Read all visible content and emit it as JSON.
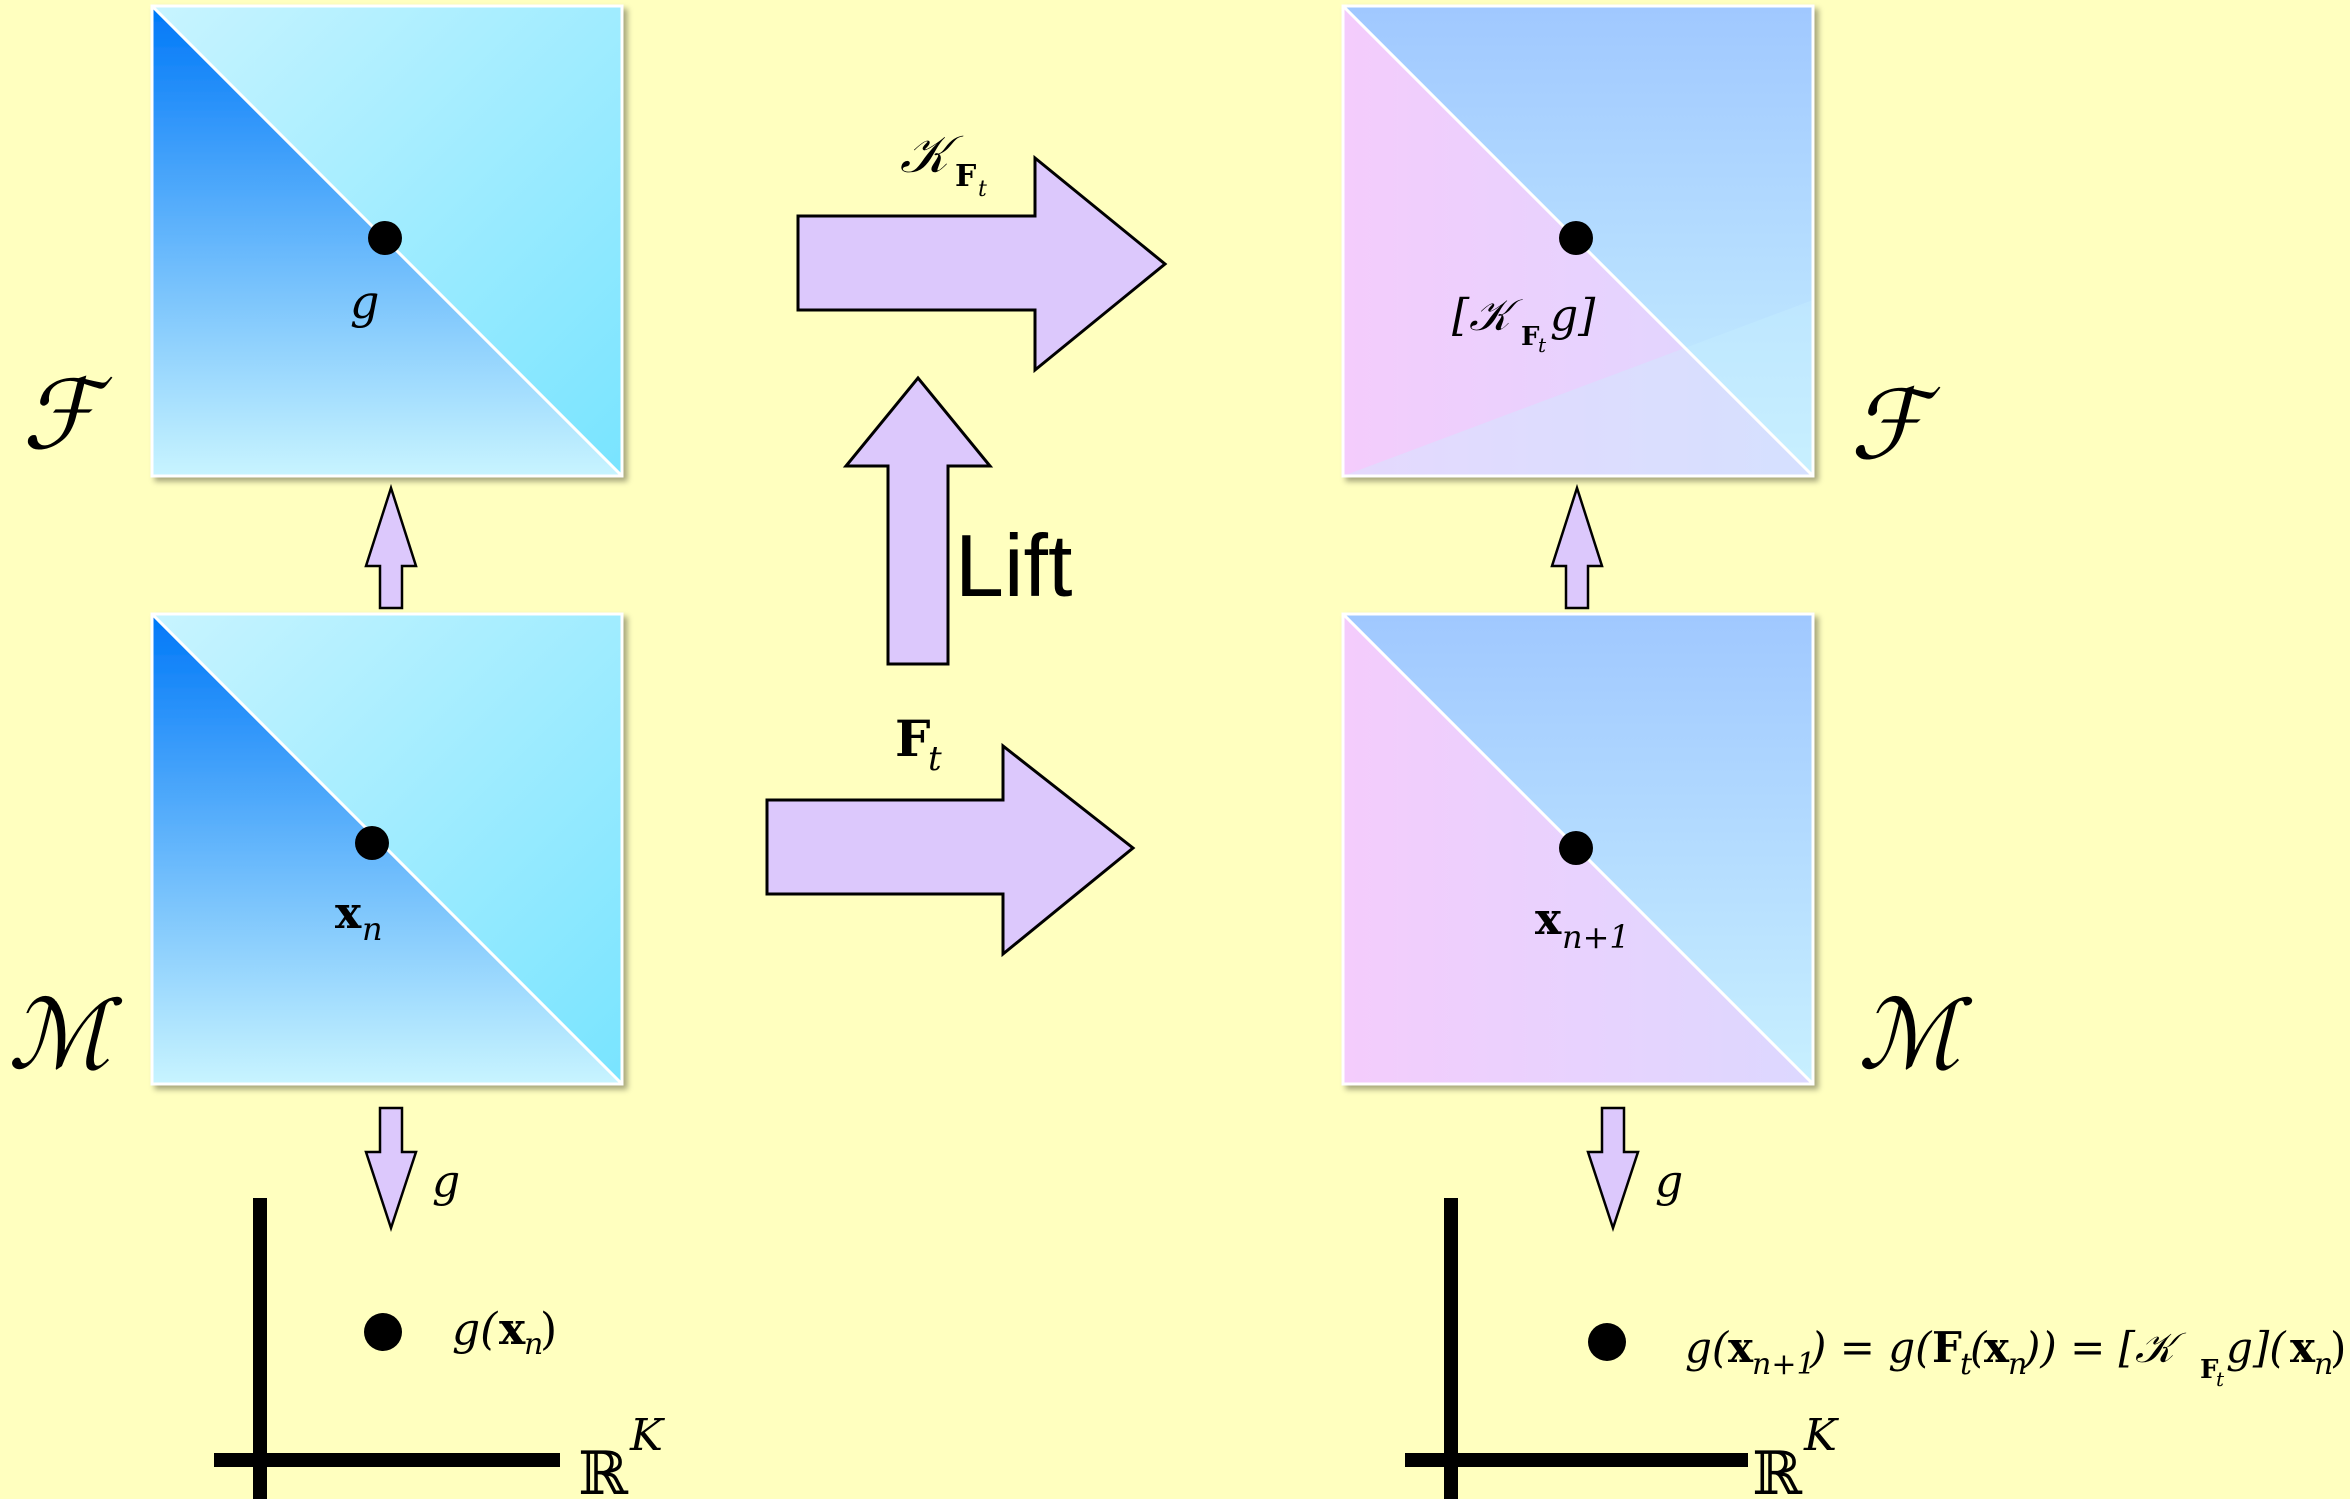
{
  "colors": {
    "background": "#ffffbf",
    "arrow_fill": "#dcc8fc",
    "arrow_stroke": "#000000",
    "point": "#000000",
    "left_box_dark": "#0078f8",
    "left_box_light": "#c8f4ff",
    "left_box_cyan": "#78e4ff",
    "right_box_pink": "#f4ccfc",
    "right_box_blue": "#a0c8ff",
    "right_box_light": "#c8f0ff"
  },
  "labels": {
    "space_F_left": "ℱ",
    "space_F_right": "ℱ",
    "space_M_left": "ℳ",
    "space_M_right": "ℳ",
    "koopman_arrow_main": "𝒦",
    "koopman_arrow_sub_bold": "F",
    "koopman_arrow_sub_sub": "t",
    "lift": "Lift",
    "flow_main": "F",
    "flow_sub": "t",
    "obs_g_top": "g",
    "state_xn_main": "x",
    "state_xn_sub": "n",
    "koop_g_open": "[𝒦",
    "koop_g_sub_bold": "F",
    "koop_g_sub_sub": "t",
    "koop_g_close": "g]",
    "state_xn1_main": "x",
    "state_xn1_sub": "n+1",
    "down_g_left": "g",
    "down_g_right": "g",
    "result_left_g": "g(",
    "result_left_x": "x",
    "result_left_n": "n",
    "result_left_close": ")",
    "result_right_p1": "g(",
    "result_right_x1": "x",
    "result_right_n1": "n+1",
    "result_right_p2": ") = g(",
    "result_right_F": "F",
    "result_right_t": "t",
    "result_right_p3": "(",
    "result_right_x2": "x",
    "result_right_n2": "n",
    "result_right_p4": ")) = [𝒦",
    "result_right_F2": "F",
    "result_right_t2": "t",
    "result_right_p5": "g](",
    "result_right_x3": "x",
    "result_right_n3": "n",
    "result_right_p6": ")",
    "axis_left_R": "ℝ",
    "axis_left_K": "K",
    "axis_right_R": "ℝ",
    "axis_right_K": "K"
  }
}
